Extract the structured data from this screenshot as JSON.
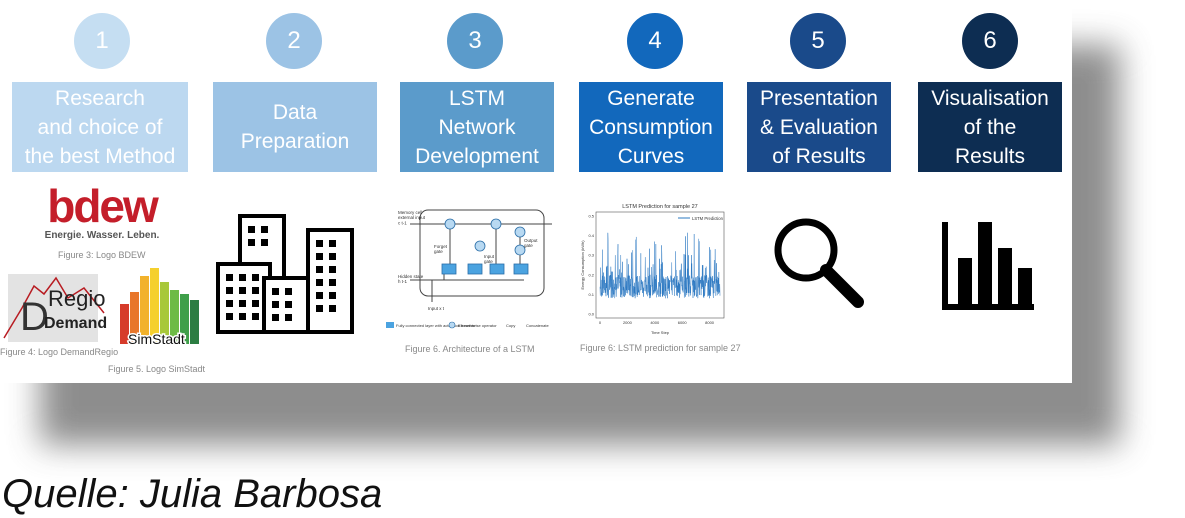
{
  "steps": [
    {
      "number": "1",
      "label": "Research\nand choice of\nthe best Method",
      "circle_color": "#c5def2",
      "box_color": "#bcd8f0"
    },
    {
      "number": "2",
      "label": "Data\nPreparation",
      "circle_color": "#9cc3e5",
      "box_color": "#9cc3e5"
    },
    {
      "number": "3",
      "label": "LSTM\nNetwork\nDevelopment",
      "circle_color": "#5b9bcb",
      "box_color": "#5b9bcb"
    },
    {
      "number": "4",
      "label": "Generate\nConsumption\nCurves",
      "circle_color": "#1268bc",
      "box_color": "#1268bc"
    },
    {
      "number": "5",
      "label": "Presentation\n& Evaluation\nof Results",
      "circle_color": "#1a4a8a",
      "box_color": "#1a4a8a"
    },
    {
      "number": "6",
      "label": "Visualisation\nof the\nResults",
      "circle_color": "#0d2d52",
      "box_color": "#0d2d52"
    }
  ],
  "logos": {
    "bdew": {
      "name": "bdew",
      "tagline": "Energie. Wasser. Leben.",
      "color": "#c41e2a"
    },
    "demandregio": {
      "line1": "Regio",
      "line2": "Demand",
      "initial": "D"
    },
    "simstadt": {
      "name": "SimStadt"
    }
  },
  "captions": {
    "fig3": "Figure 3: Logo BDEW",
    "fig4": "Figure 4: Logo DemandRegio",
    "fig5": "Figure 5. Logo SimStadt",
    "fig6": "Figure 6. Architecture of a LSTM",
    "fig7": "Figure 6: LSTM prediction for sample 27"
  },
  "lstm_diagram": {
    "memory_cell_label": "Memory cell\nexternal input\nc t-1",
    "hidden_state_label": "Hidden state\nh t-1",
    "input_label": "Input x t",
    "forget_gate_label": "Forget\ngate",
    "input_gate_label": "Input\ngate",
    "output_gate_label": "Output\ngate",
    "legend": [
      "Fully connected layer with activation function",
      "Elementwise operator",
      "Copy",
      "Concatenate"
    ]
  },
  "chart_data": {
    "type": "line",
    "title": "LSTM Prediction for sample 27",
    "legend": "LSTM Prediction",
    "ylabel": "Energy Consumption (kWh)",
    "xlabel": "Time Step",
    "x_ticks": [
      "0",
      "2000",
      "4000",
      "6000",
      "8000"
    ],
    "y_ticks": [
      "0.0",
      "0.1",
      "0.2",
      "0.3",
      "0.4",
      "0.5"
    ],
    "xlim": [
      0,
      8760
    ],
    "ylim": [
      0,
      0.5
    ],
    "line_color": "#2b78c2"
  },
  "icons": {
    "magnifier": "magnifier-icon",
    "bar_chart": "bar-chart-icon",
    "buildings": "buildings-icon"
  },
  "source": "Quelle: Julia Barbosa"
}
